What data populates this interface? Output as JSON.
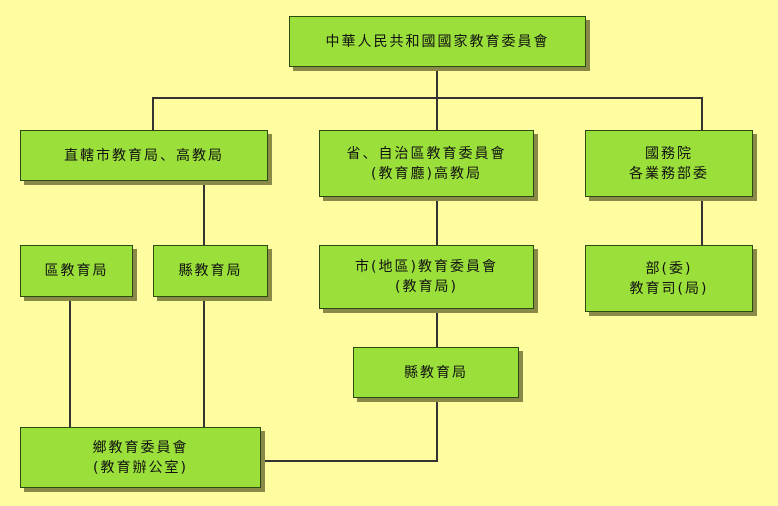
{
  "nodes": {
    "root": {
      "line1": "中華人民共和國國家教育委員會"
    },
    "municipal": {
      "line1": "直轄市教育局、高教局"
    },
    "provincial": {
      "line1": "省、自治區教育委員會",
      "line2": "(教育廳)高教局"
    },
    "state_council": {
      "line1": "國務院",
      "line2": "各業務部委"
    },
    "district": {
      "line1": "區教育局"
    },
    "county_a": {
      "line1": "縣教育局"
    },
    "city": {
      "line1": "市(地區)教育委員會",
      "line2": "(教育局)"
    },
    "ministry": {
      "line1": "部(委)",
      "line2": "教育司(局)"
    },
    "county_b": {
      "line1": "縣教育局"
    },
    "township": {
      "line1": "鄉教育委員會",
      "line2": "(教育辦公室)"
    }
  }
}
